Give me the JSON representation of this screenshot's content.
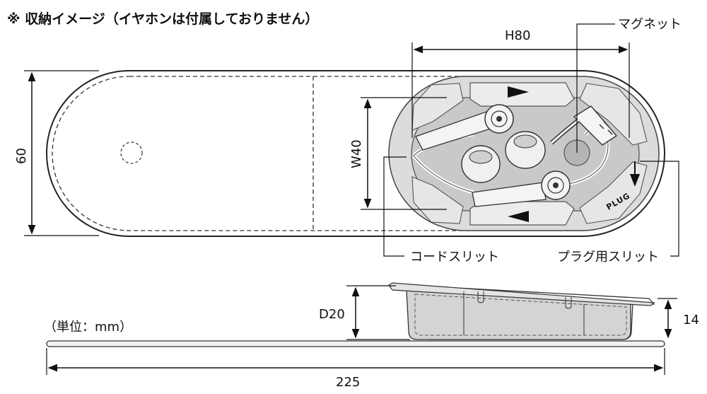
{
  "title": "※ 収納イメージ（イヤホンは付属しておりません）",
  "unit_note": "（単位：mm）",
  "labels": {
    "magnet": "マグネット",
    "cord_slit": "コードスリット",
    "plug_slit": "プラグ用スリット",
    "plug_mark": "PLUG"
  },
  "dimensions": {
    "height_80": "H80",
    "width_40": "W40",
    "length_60": "60",
    "depth_20": "D20",
    "thickness_14": "14",
    "total_225": "225"
  }
}
